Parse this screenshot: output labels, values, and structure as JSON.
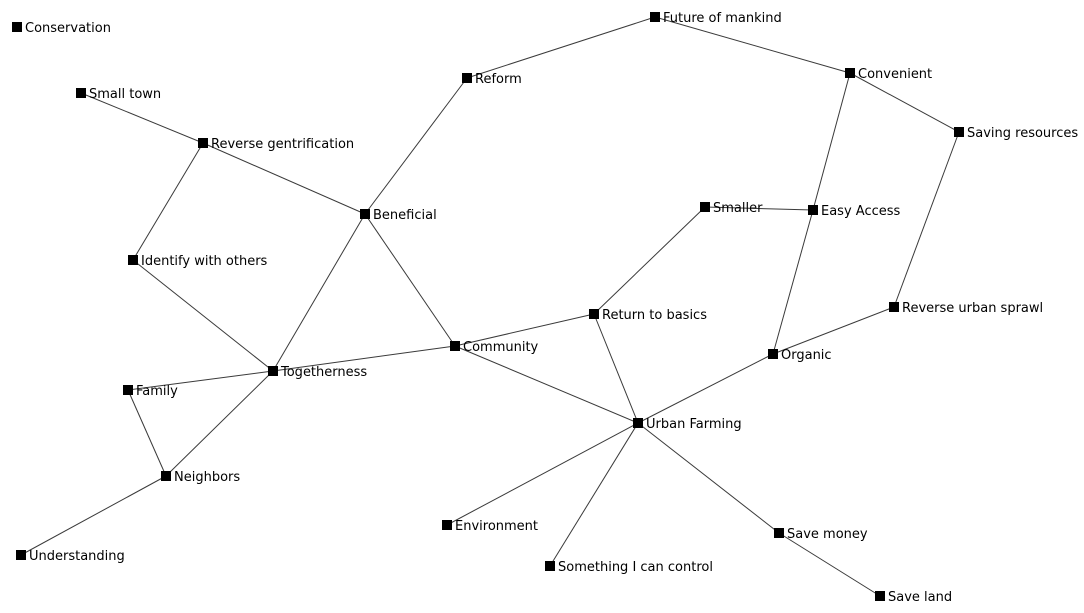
{
  "diagram": {
    "nodes": [
      {
        "id": "conservation",
        "label": "Conservation"
      },
      {
        "id": "small-town",
        "label": "Small town"
      },
      {
        "id": "reverse-gentrification",
        "label": "Reverse gentrification"
      },
      {
        "id": "reform",
        "label": "Reform"
      },
      {
        "id": "future-of-mankind",
        "label": "Future of mankind"
      },
      {
        "id": "convenient",
        "label": "Convenient"
      },
      {
        "id": "saving-resources",
        "label": "Saving resources"
      },
      {
        "id": "beneficial",
        "label": "Beneficial"
      },
      {
        "id": "smaller",
        "label": "Smaller"
      },
      {
        "id": "easy-access",
        "label": "Easy Access"
      },
      {
        "id": "identify-with-others",
        "label": "Identify with others"
      },
      {
        "id": "return-to-basics",
        "label": "Return to basics"
      },
      {
        "id": "reverse-urban-sprawl",
        "label": "Reverse urban sprawl"
      },
      {
        "id": "community",
        "label": "Community"
      },
      {
        "id": "organic",
        "label": "Organic"
      },
      {
        "id": "togetherness",
        "label": "Togetherness"
      },
      {
        "id": "family",
        "label": "Family"
      },
      {
        "id": "urban-farming",
        "label": "Urban Farming"
      },
      {
        "id": "neighbors",
        "label": "Neighbors"
      },
      {
        "id": "environment",
        "label": "Environment"
      },
      {
        "id": "save-money",
        "label": "Save money"
      },
      {
        "id": "understanding",
        "label": "Understanding"
      },
      {
        "id": "something-i-can-control",
        "label": "Something I can control"
      },
      {
        "id": "save-land",
        "label": "Save land"
      }
    ],
    "edges": [
      [
        "small-town",
        "reverse-gentrification"
      ],
      [
        "reverse-gentrification",
        "beneficial"
      ],
      [
        "reverse-gentrification",
        "identify-with-others"
      ],
      [
        "identify-with-others",
        "togetherness"
      ],
      [
        "reform",
        "future-of-mankind"
      ],
      [
        "reform",
        "beneficial"
      ],
      [
        "future-of-mankind",
        "convenient"
      ],
      [
        "convenient",
        "saving-resources"
      ],
      [
        "convenient",
        "easy-access"
      ],
      [
        "saving-resources",
        "reverse-urban-sprawl"
      ],
      [
        "beneficial",
        "togetherness"
      ],
      [
        "beneficial",
        "community"
      ],
      [
        "smaller",
        "easy-access"
      ],
      [
        "smaller",
        "return-to-basics"
      ],
      [
        "easy-access",
        "organic"
      ],
      [
        "reverse-urban-sprawl",
        "organic"
      ],
      [
        "return-to-basics",
        "community"
      ],
      [
        "return-to-basics",
        "urban-farming"
      ],
      [
        "community",
        "togetherness"
      ],
      [
        "community",
        "urban-farming"
      ],
      [
        "organic",
        "urban-farming"
      ],
      [
        "togetherness",
        "family"
      ],
      [
        "togetherness",
        "neighbors"
      ],
      [
        "family",
        "neighbors"
      ],
      [
        "neighbors",
        "understanding"
      ],
      [
        "urban-farming",
        "environment"
      ],
      [
        "urban-farming",
        "something-i-can-control"
      ],
      [
        "urban-farming",
        "save-money"
      ],
      [
        "save-money",
        "save-land"
      ]
    ]
  }
}
